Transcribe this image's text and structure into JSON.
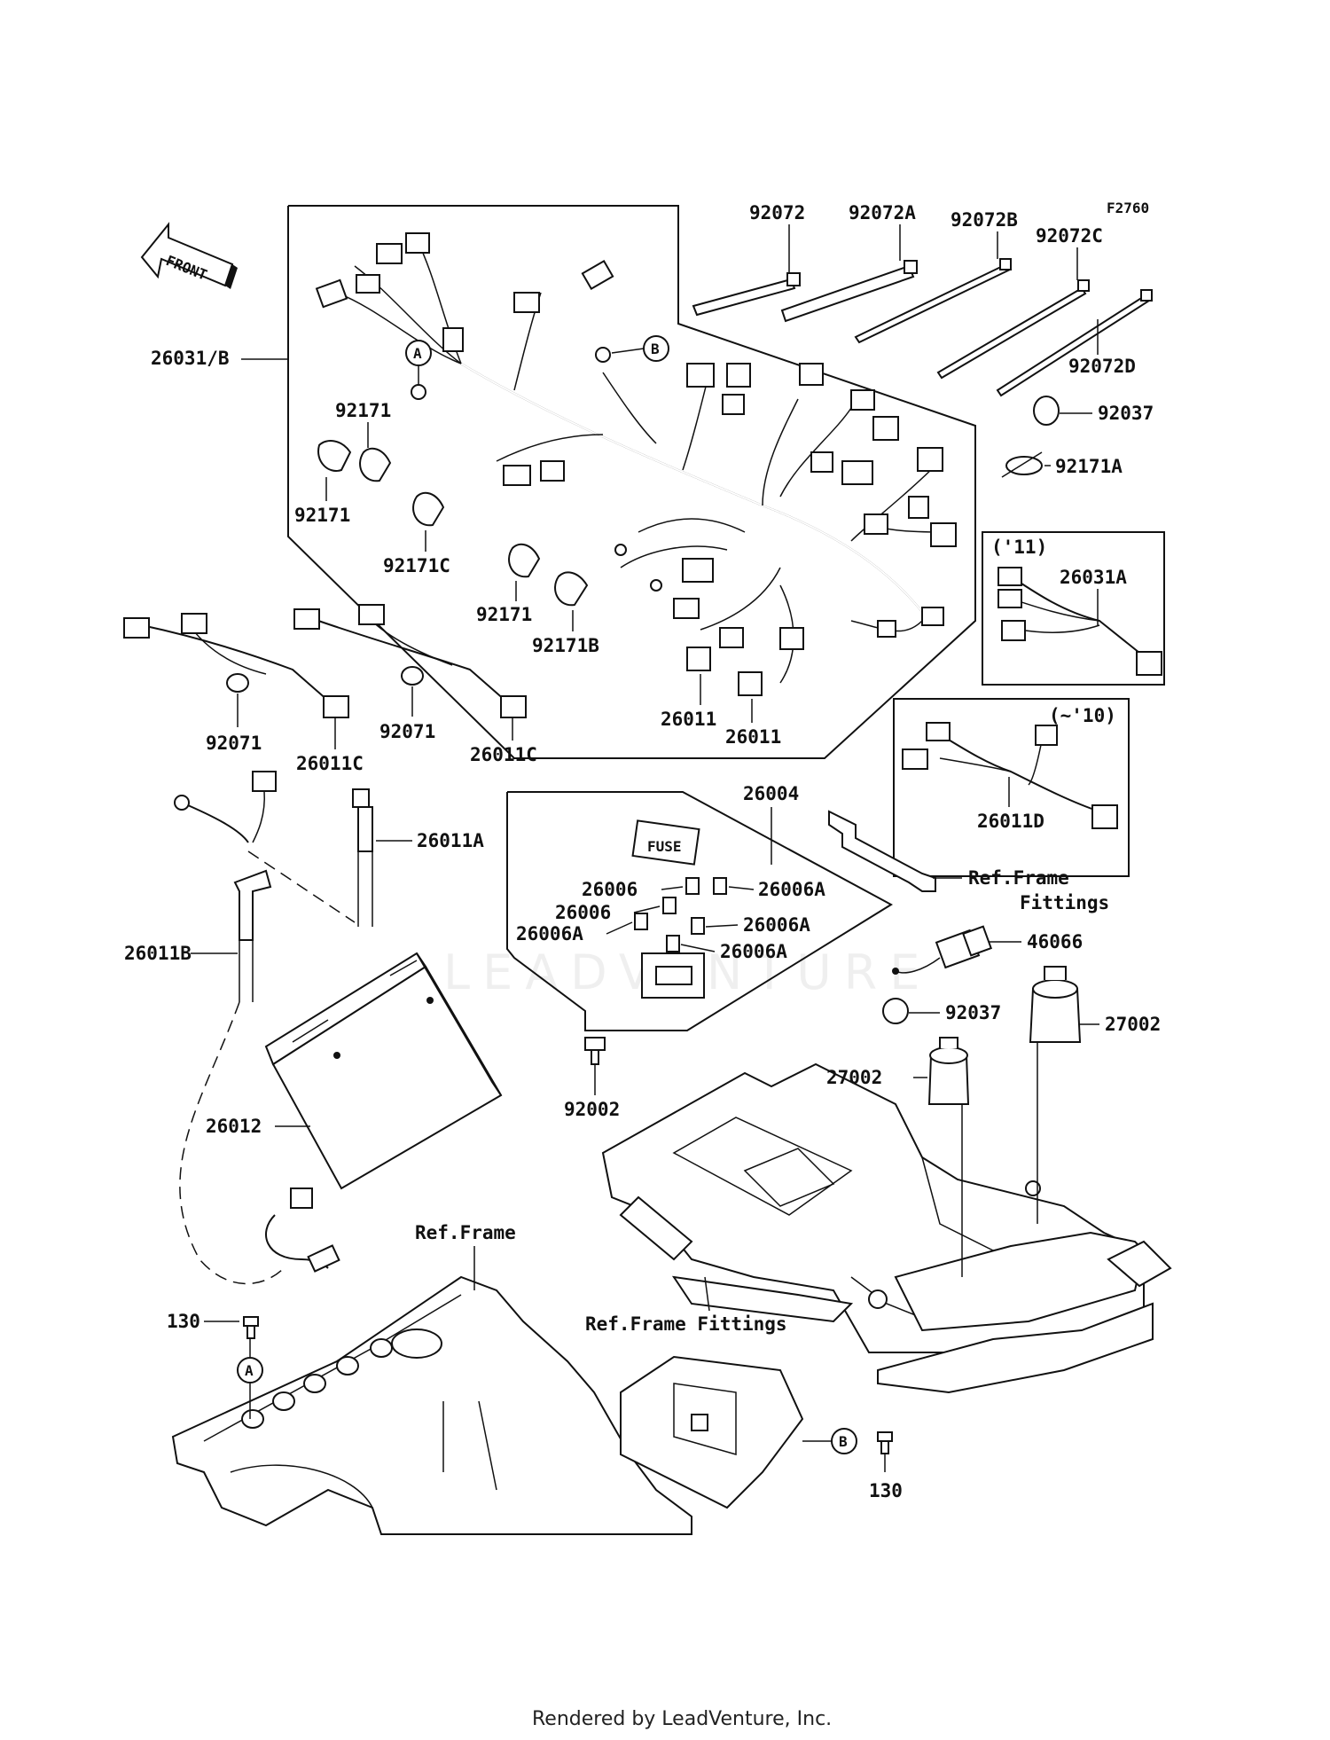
{
  "figure_id": "F2760",
  "direction_label": "FRONT",
  "fuse_label": "FUSE",
  "watermark": "LEADVENTURE",
  "footer": "Rendered by LeadVenture, Inc.",
  "callouts": {
    "A": "A",
    "B": "B"
  },
  "parts": {
    "p92072": "92072",
    "p92072A": "92072A",
    "p92072B": "92072B",
    "p92072C": "92072C",
    "p92072D": "92072D",
    "p92037_top": "92037",
    "p92171A": "92171A",
    "p26031B": "26031/B",
    "p92171_a": "92171",
    "p92171_b": "92171",
    "p92171C": "92171C",
    "p92171_c": "92171",
    "p92171B": "92171B",
    "p26011_a": "26011",
    "p26011_b": "26011",
    "p26031A": "26031A",
    "p92071_a": "92071",
    "p26011C_a": "26011C",
    "p92071_b": "92071",
    "p26011C_b": "26011C",
    "p26004": "26004",
    "p26011A": "26011A",
    "p26006_a": "26006",
    "p26006_b": "26006",
    "p26006A_a": "26006A",
    "p26006A_b": "26006A",
    "p26006A_c": "26006A",
    "p26006A_d": "26006A",
    "p26011B": "26011B",
    "p26011D": "26011D",
    "p46066": "46066",
    "p92037_mid": "92037",
    "p27002_a": "27002",
    "p27002_b": "27002",
    "p92002": "92002",
    "p26012": "26012",
    "p130_a": "130",
    "p130_b": "130"
  },
  "years": {
    "y11": "('11)",
    "y10": "(~'10)"
  },
  "refs": {
    "frame_fittings_top": "Ref.Frame",
    "frame_fittings_top2": "Fittings",
    "frame": "Ref.Frame",
    "frame_fittings_bottom": "Ref.Frame Fittings"
  }
}
